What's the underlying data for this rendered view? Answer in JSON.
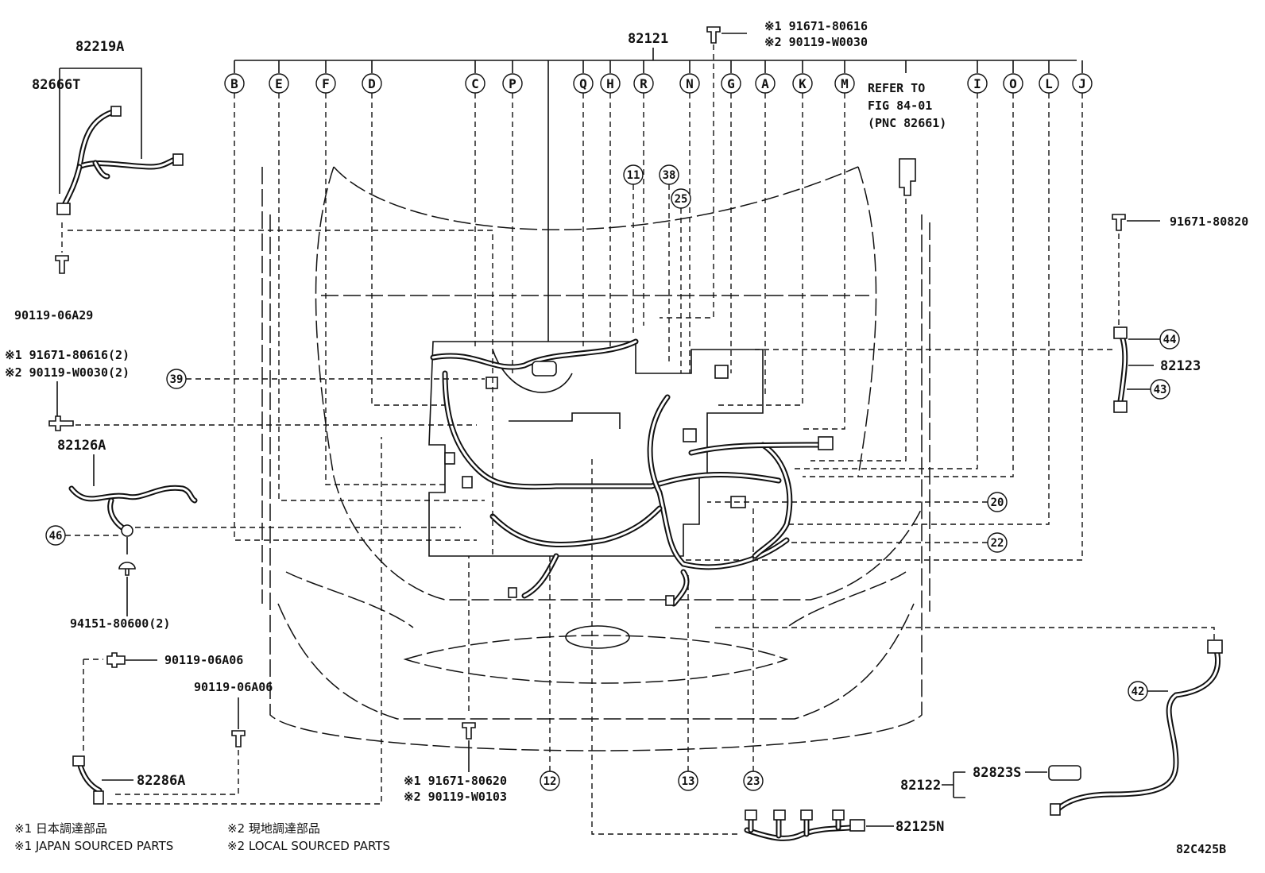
{
  "diagram": {
    "figure_code": "82C425B",
    "main_part": "82121",
    "letters": [
      "B",
      "E",
      "F",
      "D",
      "C",
      "P",
      "Q",
      "H",
      "R",
      "N",
      "G",
      "A",
      "K",
      "M",
      "I",
      "O",
      "L",
      "J"
    ],
    "refer_note": [
      "REFER TO",
      "FIG 84-01",
      "(PNC 82661)"
    ],
    "parts": {
      "p82219A": "82219A",
      "p82666T": "82666T",
      "p90119_06A29": "90119-06A29",
      "p_s1_top": "※1 91671-80616",
      "p_s2_top": "※2 90119-W0030",
      "p_s1_left": "※1 91671-80616(2)",
      "p_s2_left": "※2 90119-W0030(2)",
      "p82126A": "82126A",
      "p94151": "94151-80600(2)",
      "p90119_06A06_a": "90119-06A06",
      "p90119_06A06_b": "90119-06A06",
      "p82286A": "82286A",
      "p_s1_bottom": "※1 91671-80620",
      "p_s2_bottom": "※2 90119-W0103",
      "p91671_80820": "91671-80820",
      "p82123": "82123",
      "p82122": "82122",
      "p82823S": "82823S",
      "p82125N": "82125N"
    },
    "numbers": [
      "11",
      "38",
      "25",
      "39",
      "44",
      "43",
      "46",
      "20",
      "22",
      "42",
      "12",
      "13",
      "23"
    ],
    "notes": {
      "n1_jp": "※1 日本調達部品",
      "n2_jp": "※2 現地調達部品",
      "n1_en": "※1 JAPAN SOURCED PARTS",
      "n2_en": "※2 LOCAL SOURCED PARTS"
    }
  }
}
